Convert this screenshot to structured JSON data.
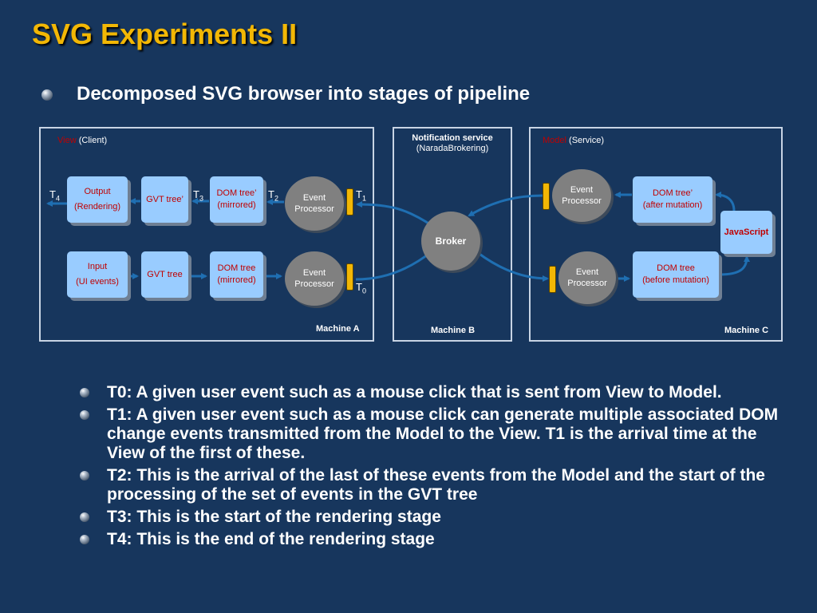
{
  "title": "SVG Experiments II",
  "subtitle": "Decomposed SVG browser into stages of pipeline",
  "diagram": {
    "machine_a": {
      "title_red": "View",
      "title_rest": " (Client)",
      "label": "Machine A",
      "boxes": {
        "output_line1": "Output",
        "output_line2": "(Rendering)",
        "gvt_tree_prime": "GVT tree’",
        "dom_tree_prime_line1": "DOM tree’",
        "dom_tree_prime_line2": "(mirrored)",
        "input_line1": "Input",
        "input_line2": "(UI events)",
        "gvt_tree": "GVT tree",
        "dom_tree_line1": "DOM tree",
        "dom_tree_line2": "(mirrored)",
        "event_processor_top_line1": "Event",
        "event_processor_top_line2": "Processor",
        "event_processor_bottom_line1": "Event",
        "event_processor_bottom_line2": "Processor"
      },
      "timings": {
        "t4_main": "T",
        "t4_sub": "4",
        "t3_main": "T",
        "t3_sub": "3",
        "t2_main": "T",
        "t2_sub": "2",
        "t1_main": "T",
        "t1_sub": "1",
        "t0_main": "T",
        "t0_sub": "0"
      }
    },
    "machine_b": {
      "title_line1": "Notification service",
      "title_line2": "(NaradaBrokering)",
      "broker": "Broker",
      "label": "Machine B"
    },
    "machine_c": {
      "title_red": "Model",
      "title_rest": " (Service)",
      "label": "Machine C",
      "boxes": {
        "event_processor_top_line1": "Event",
        "event_processor_top_line2": "Processor",
        "dom_tree_after_line1": "DOM tree’",
        "dom_tree_after_line2": "(after mutation)",
        "javascript": "JavaScript",
        "event_processor_bottom_line1": "Event",
        "event_processor_bottom_line2": "Processor",
        "dom_tree_before_line1": "DOM tree",
        "dom_tree_before_line2": "(before mutation)"
      }
    }
  },
  "bullets": [
    "T0: A given user event such as a mouse click that is sent from View to Model.",
    " T1: A given user event such as a mouse click can generate multiple associated DOM change events transmitted from the Model to the View. T1 is the arrival time at the View of the first of these.",
    " T2: This is the arrival of the last of these events from the Model and the start of the processing of the set of events in the GVT tree",
    " T3: This is the start of the rendering stage",
    " T4: This is the end of the rendering stage"
  ],
  "colors": {
    "background": "#17365d",
    "title": "#f2b705",
    "box_fill": "#99ccff",
    "box_text": "#c00000",
    "arrow": "#1f6fb2",
    "port": "#f2b705"
  }
}
